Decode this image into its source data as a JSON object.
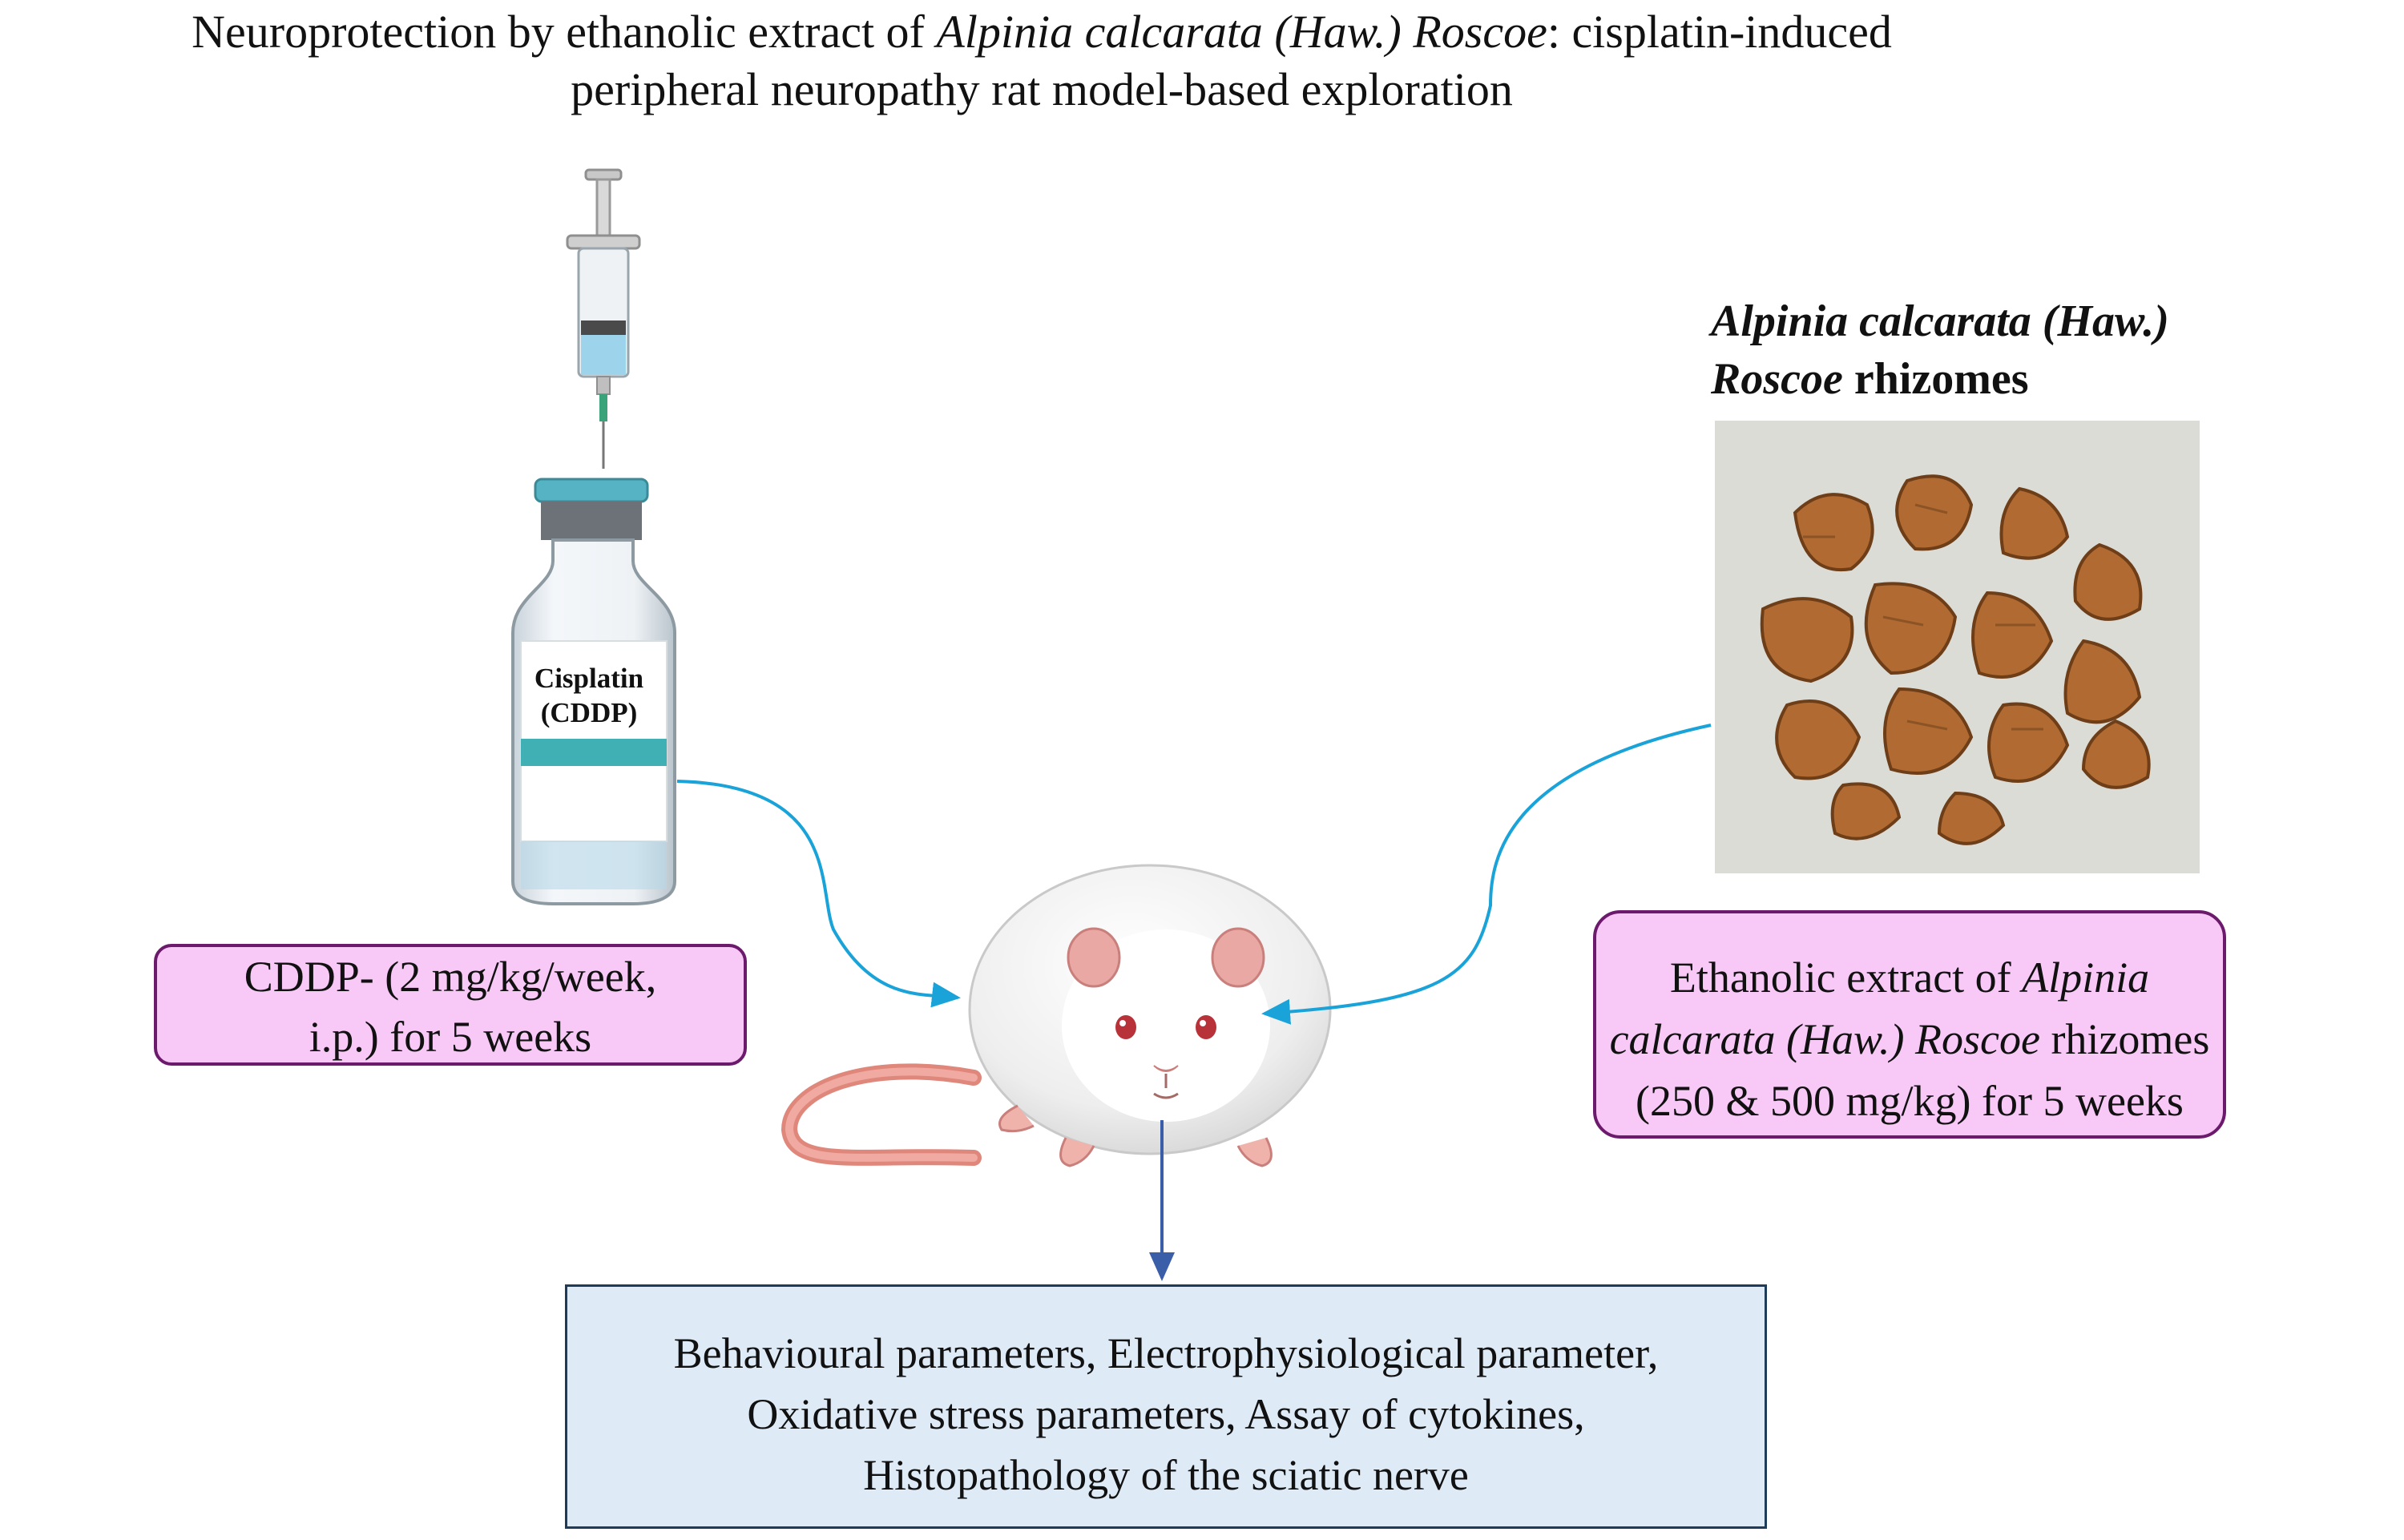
{
  "title": {
    "line1_prefix": "Neuroprotection by ethanolic extract of ",
    "line1_italic": "Alpinia calcarata (Haw.) Roscoe",
    "line1_suffix": ": cisplatin-induced",
    "line2": "peripheral neuropathy rat model-based exploration"
  },
  "plant_caption": {
    "line1_italic": "Alpinia calcarata (Haw.)",
    "line2_italic": "Roscoe",
    "line2_suffix": " rhizomes"
  },
  "vial_label": {
    "line1": "Cisplatin",
    "line2": "(CDDP)"
  },
  "cddp_box": {
    "line1": "CDDP- (2 mg/kg/week,",
    "line2": "i.p.) for 5 weeks"
  },
  "extract_box": {
    "line1_prefix": "Ethanolic extract of ",
    "line1_italic": "Alpinia",
    "line2_italic": "calcarata (Haw.) Roscoe",
    "line2_suffix": " rhizomes",
    "line3": "(250 & 500 mg/kg) for 5 weeks"
  },
  "outcome_box": {
    "line1": "Behavioural parameters, Electrophysiological parameter,",
    "line2": "Oxidative stress parameters, Assay of cytokines,",
    "line3": "Histopathology of the sciatic nerve"
  },
  "colors": {
    "pink_box_fill": "#f8c9f6",
    "pink_box_border": "#6c1a6c",
    "blue_box_fill": "#deebf7",
    "blue_box_border": "#1f3b5a",
    "curve_arrow": "#1aa3d9",
    "down_arrow": "#3b5ea8",
    "vial_cap": "#4fa9b8",
    "rhizome": "#b06a32"
  },
  "icons": [
    "syringe-icon",
    "vial-icon",
    "rhizome-photo",
    "rat-icon"
  ]
}
